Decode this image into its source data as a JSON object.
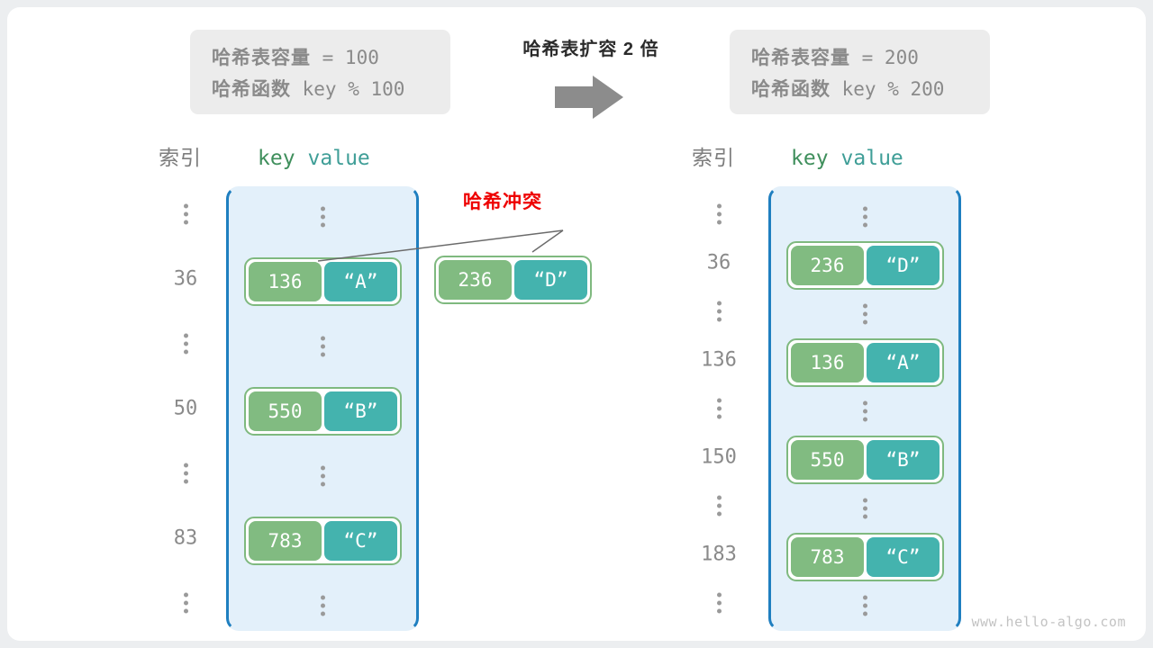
{
  "header": {
    "left_box": {
      "capacity_label": "哈希表容量",
      "capacity_text": " = 100",
      "hashfn_label": "哈希函数",
      "hashfn_text": " key % 100"
    },
    "right_box": {
      "capacity_label": "哈希表容量",
      "capacity_text": " = 200",
      "hashfn_label": "哈希函数",
      "hashfn_text": " key % 200"
    },
    "transition_title": "哈希表扩容 2 倍",
    "arrow_icon": "right-arrow-icon",
    "arrow_color": "#8c8c8c"
  },
  "columns": {
    "index_header": "索引",
    "key_header": "key",
    "value_header": "value",
    "key_color": "#3f8f5c",
    "value_color": "#3f9e97"
  },
  "collision": {
    "label": "哈希冲突",
    "color": "#ee0000"
  },
  "left_table": {
    "indices": [
      "⋮",
      "36",
      "⋮",
      "50",
      "⋮",
      "83",
      "⋮"
    ],
    "entries": [
      {
        "index": "36",
        "key": "136",
        "value": "“A”"
      },
      {
        "index": "50",
        "key": "550",
        "value": "“B”"
      },
      {
        "index": "83",
        "key": "783",
        "value": "“C”"
      }
    ]
  },
  "detached_entry": {
    "key": "236",
    "value": "“D”"
  },
  "right_table": {
    "indices": [
      "⋮",
      "36",
      "⋮",
      "136",
      "⋮",
      "150",
      "⋮",
      "183",
      "⋮"
    ],
    "entries": [
      {
        "index": "36",
        "key": "236",
        "value": "“D”"
      },
      {
        "index": "136",
        "key": "136",
        "value": "“A”"
      },
      {
        "index": "150",
        "key": "550",
        "value": "“B”"
      },
      {
        "index": "183",
        "key": "783",
        "value": "“C”"
      }
    ]
  },
  "watermark": "www.hello-algo.com",
  "palette": {
    "key_fill": "#81bb81",
    "value_fill": "#44b3ae",
    "pill_border": "#7fb97f",
    "bucket_fill": "#e3f0fa",
    "bucket_border": "#1f7fc0",
    "info_box_fill": "#ececec"
  }
}
